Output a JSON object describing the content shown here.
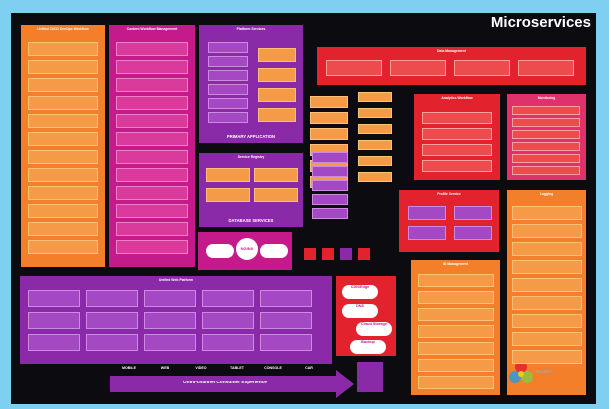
{
  "title": "Microservices",
  "brand": "NGINX",
  "colors": {
    "orange": "#f47f2a",
    "magenta": "#c51b8a",
    "purple": "#8a2aa8",
    "red": "#e2232e",
    "pink": "#e0326a",
    "background": "#0b0b10",
    "border": "#7ecff0"
  },
  "sections": {
    "devops": {
      "header": "Unified CI/CD DevOps Workflow"
    },
    "content": {
      "header": "Content Workflow Management"
    },
    "platform": {
      "header": "Platform Services",
      "footer": "PRIMARY APPLICATION"
    },
    "registry": {
      "header": "Service Registry",
      "footer": "DATABASE SERVICES"
    },
    "dataservices": {
      "header": "Data Management"
    },
    "analytics": {
      "header": "Analytics Workflow"
    },
    "monitor": {
      "header": "Monitoring"
    },
    "profile": {
      "header": "Profile Service"
    },
    "id": {
      "header": "ID Management"
    },
    "logging": {
      "header": "Logging"
    },
    "unified": {
      "header": "Unified Web Platform"
    },
    "experience": {
      "header": "Omni-channel Consumer Experience"
    }
  },
  "channels": [
    "MOBILE",
    "WEB",
    "VIDEO",
    "TABLET",
    "CONSOLE",
    "CAR"
  ],
  "cloud_labels": [
    "CDN/Edge",
    "DNS",
    "Cloud Storage",
    "Backup"
  ],
  "load_balancer": "NGINX"
}
